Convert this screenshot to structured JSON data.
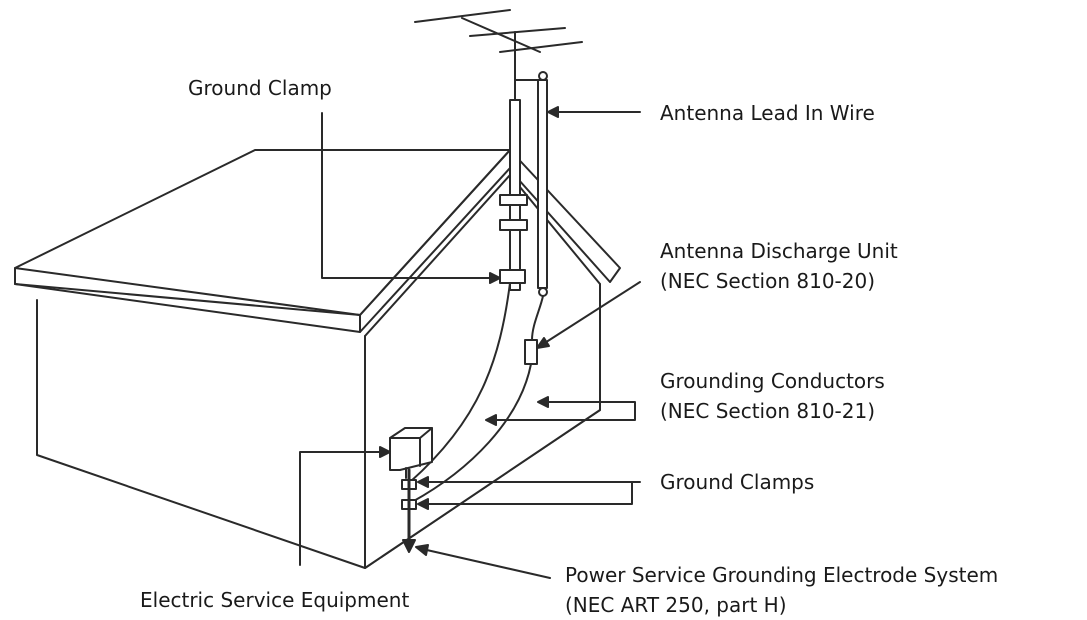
{
  "labels": {
    "ground_clamp": "Ground Clamp",
    "antenna_lead_in_wire": "Antenna Lead In Wire",
    "antenna_discharge_unit": {
      "line1": "Antenna Discharge Unit",
      "line2": "(NEC Section 810-20)"
    },
    "grounding_conductors": {
      "line1": "Grounding Conductors",
      "line2": "(NEC Section 810-21)"
    },
    "ground_clamps": "Ground Clamps",
    "electric_service_equipment": "Electric Service Equipment",
    "power_service_grounding": {
      "line1": "Power Service Grounding Electrode System",
      "line2": "(NEC ART 250, part H)"
    }
  },
  "colors": {
    "line": "#2a2a2a",
    "fill": "#ffffff"
  }
}
